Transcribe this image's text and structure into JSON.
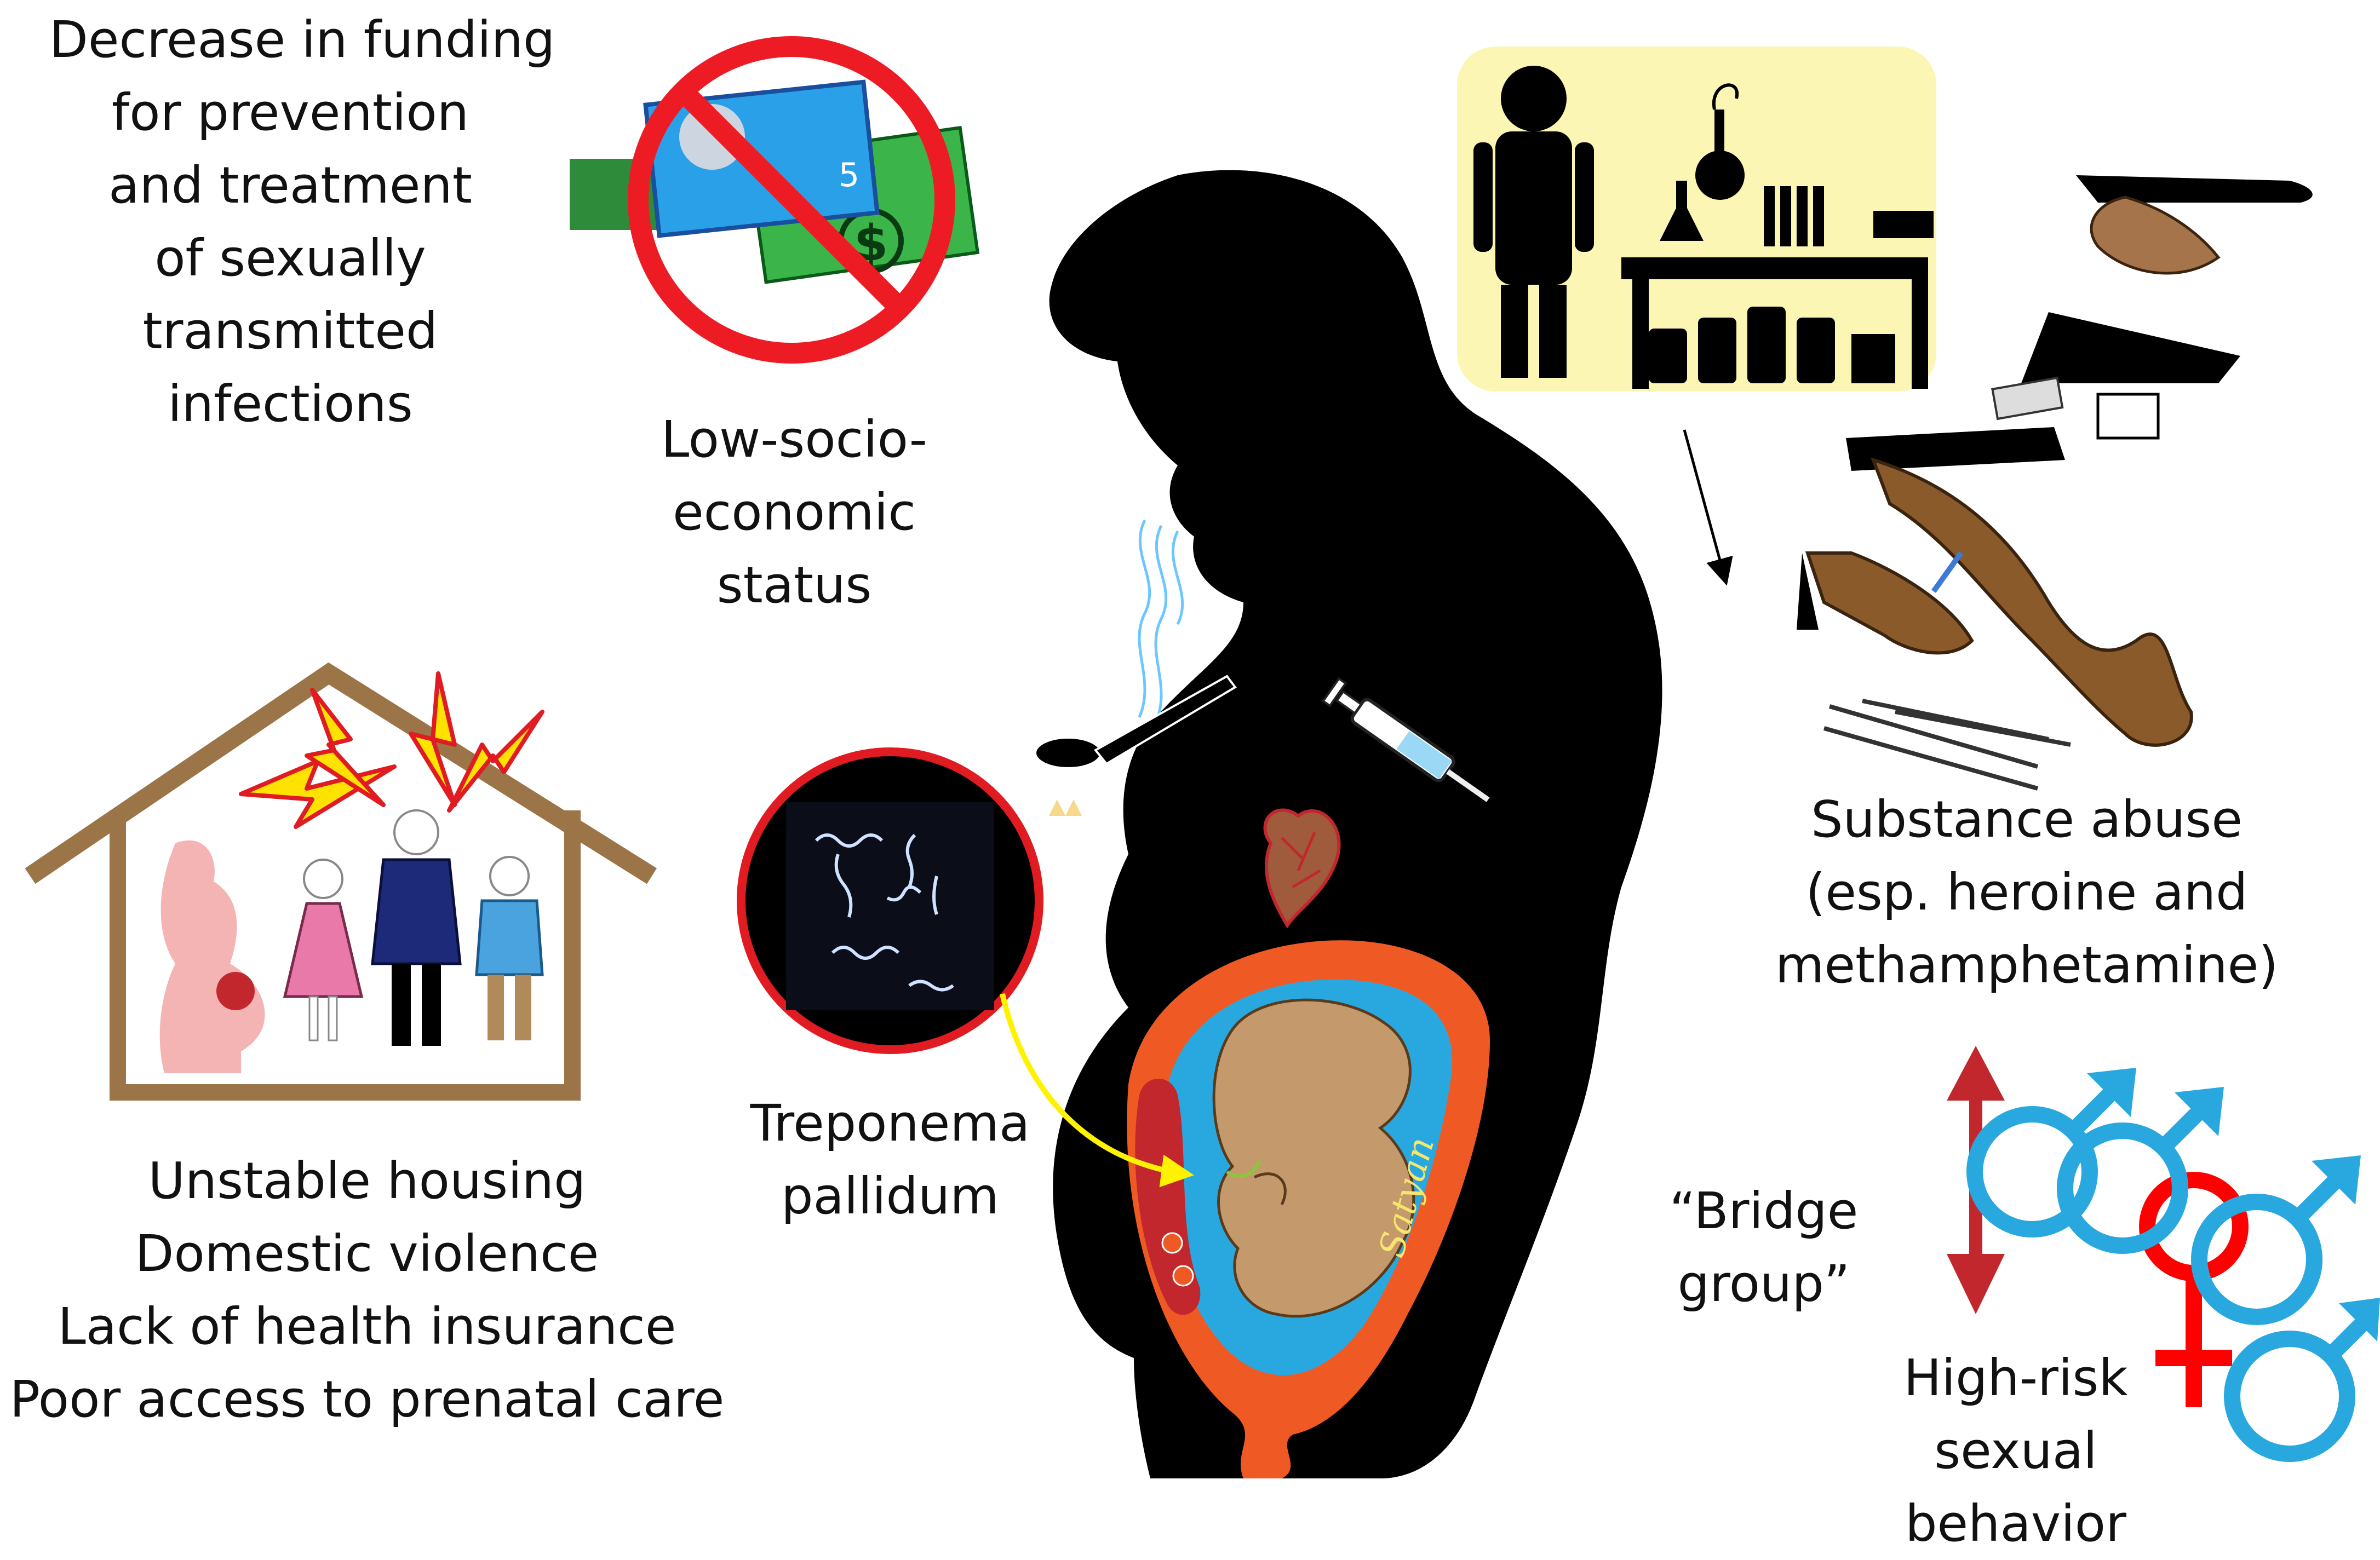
{
  "labels": {
    "funding": [
      "Decrease in funding",
      "for prevention",
      "and treatment",
      "of sexually",
      "transmitted",
      "infections"
    ],
    "socioeconomic": [
      "Low-socio-",
      "economic",
      "status"
    ],
    "housing": [
      "Unstable housing",
      "Domestic violence",
      "Lack of health insurance",
      "Poor access to prenatal care"
    ],
    "treponema": [
      "Treponema",
      "pallidum"
    ],
    "substance": [
      "Substance abuse",
      "(esp. heroine and",
      "methamphetamine)"
    ],
    "bridge": [
      "“Bridge",
      "group”"
    ],
    "highrisk": [
      "High-risk",
      "sexual",
      "behavior"
    ]
  },
  "signature": "Satyan",
  "colors": {
    "silhouette": "#000000",
    "uterus": "#ef5a24",
    "amniotic": "#29a8e0",
    "fetus": "#c49a6c",
    "placenta": "#c1272d",
    "male_symbol": "#29a8e0",
    "female_symbol": "#ff0000",
    "bridge_arrow": "#c1272d",
    "lab_panel": "#fbf6b4",
    "lightning": "#ffe200",
    "prohibition": "#ed1c24",
    "house": "#9b7548",
    "spirochete_arrow": "#fff200"
  }
}
